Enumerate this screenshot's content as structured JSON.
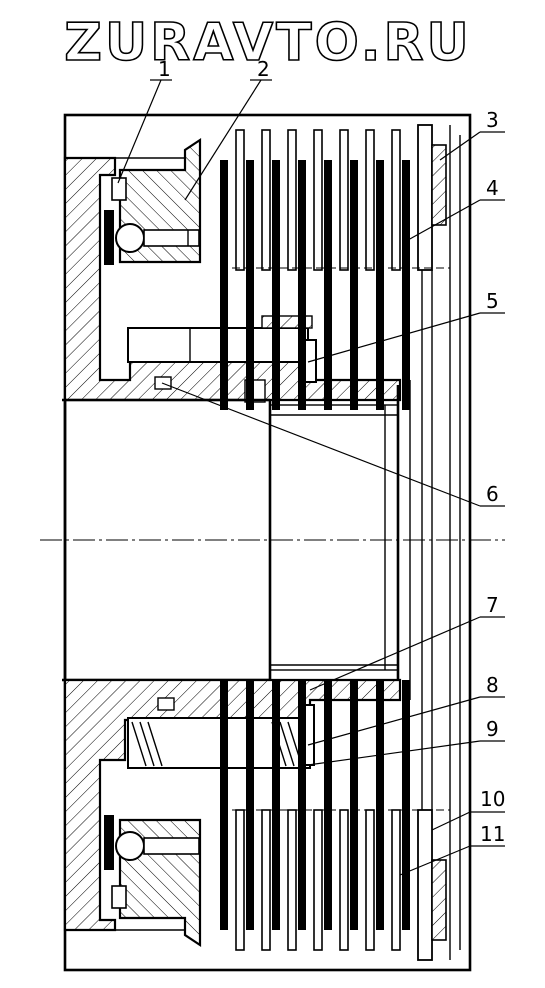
{
  "watermark": "ZURAVTO.RU",
  "callouts": [
    "1",
    "2",
    "3",
    "4",
    "5",
    "6",
    "7",
    "8",
    "9",
    "10",
    "11"
  ]
}
